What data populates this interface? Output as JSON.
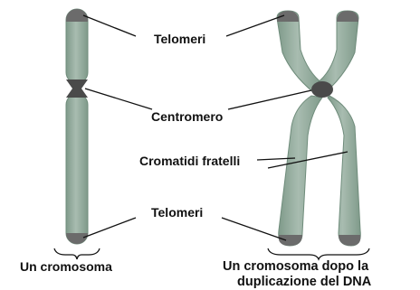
{
  "labels": {
    "telomeri_top": "Telomeri",
    "centromero": "Centromero",
    "cromatidi": "Cromatidi fratelli",
    "telomeri_bottom": "Telomeri",
    "caption_left": "Un cromosoma",
    "caption_right_line1": "Un cromosoma dopo la",
    "caption_right_line2": "duplicazione del DNA"
  },
  "colors": {
    "chromatid": "#93ab9c",
    "chromatid_edge": "#6f8c7b",
    "telomere": "#6b6b6b",
    "centromere": "#4a4a4a",
    "line": "#111111",
    "text": "#111111"
  }
}
